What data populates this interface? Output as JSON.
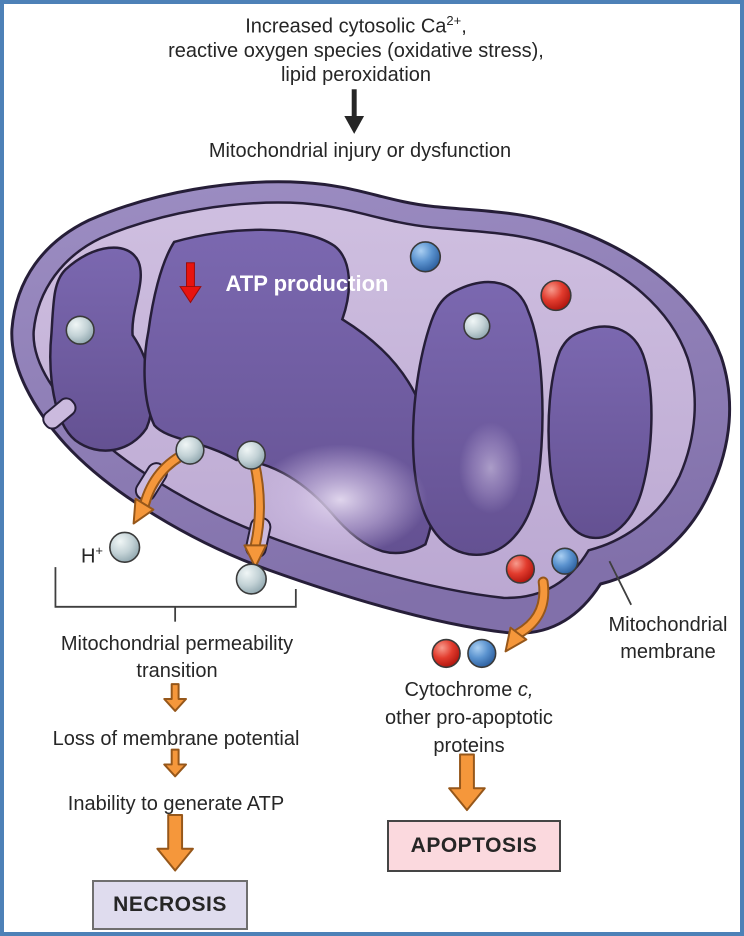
{
  "figure": {
    "top_text": {
      "line1_a": "Increased cytosolic Ca",
      "line1_sup": "2+",
      "line1_b": ",",
      "line2": "reactive oxygen species (oxidative stress),",
      "line3": "lipid peroxidation"
    },
    "injury_label": "Mitochondrial injury or dysfunction",
    "atp_label": "ATP production",
    "h_plus": {
      "base": "H",
      "sup": "+"
    },
    "permeability_line1": "Mitochondrial permeability",
    "permeability_line2": "transition",
    "loss_label": "Loss of membrane potential",
    "inability_label": "Inability to generate ATP",
    "necrosis_label": "NECROSIS",
    "cytochrome": {
      "word": "Cytochrome",
      "c_italic": "c,",
      "line2": "other pro-apoptotic",
      "line3": "proteins"
    },
    "apoptosis_label": "APOPTOSIS",
    "membrane_line1": "Mitochondrial",
    "membrane_line2": "membrane"
  },
  "icons": {
    "black_down_arrow": "black-down-arrow-icon",
    "red_down_arrow": "red-down-arrow-icon",
    "orange_flow_arrow": "orange-arrow-icon",
    "curved_release_arrow": "curved-orange-arrow-icon",
    "bracket": "bracket-shape",
    "spheres": [
      "proton-sphere-gray",
      "ion-sphere-blue",
      "cytochrome-sphere-red"
    ]
  },
  "colors": {
    "frame_border": "#4d81b7",
    "text": "#262626",
    "arrow_orange": "#f5973b",
    "arrow_orange_outline": "#96571a",
    "red_arrow": "#e8140f",
    "necrosis_fill": "#dfdcee",
    "apoptosis_fill": "#fbd9de",
    "mito_outer": "#8d7cb5",
    "mito_inner_face": "#c6b4da",
    "mito_matrix": "#6f5ca7",
    "sphere_gray": "#c3d2d6",
    "sphere_blue": "#5b93cf",
    "sphere_red": "#e23c2e",
    "atp_text": "#ffffff"
  }
}
